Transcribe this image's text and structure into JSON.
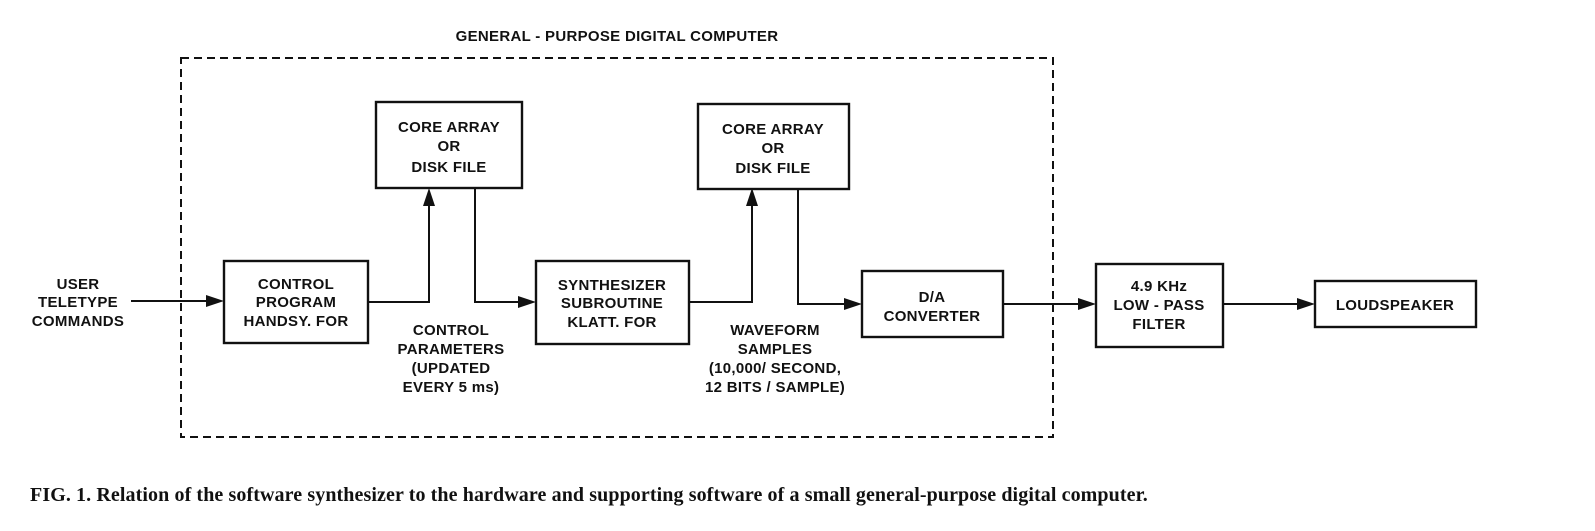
{
  "frame": {
    "title": "GENERAL - PURPOSE DIGITAL COMPUTER"
  },
  "user_commands": [
    "USER",
    "TELETYPE",
    "COMMANDS"
  ],
  "control_program": [
    "CONTROL",
    "PROGRAM",
    "HANDSY. FOR"
  ],
  "core_array_1": [
    "CORE ARRAY",
    "OR",
    "DISK FILE"
  ],
  "control_parameters": [
    "CONTROL",
    "PARAMETERS",
    "(UPDATED",
    "EVERY 5 ms)"
  ],
  "synthesizer": [
    "SYNTHESIZER",
    "SUBROUTINE",
    "KLATT. FOR"
  ],
  "core_array_2": [
    "CORE ARRAY",
    "OR",
    "DISK FILE"
  ],
  "waveform_samples": [
    "WAVEFORM",
    "SAMPLES",
    "(10,000/ SECOND,",
    "12 BITS / SAMPLE)"
  ],
  "da_converter": [
    "D/A",
    "CONVERTER"
  ],
  "filter": [
    "4.9 KHz",
    "LOW - PASS",
    "FILTER"
  ],
  "loudspeaker": [
    "LOUDSPEAKER"
  ],
  "caption": "FIG. 1. Relation of the software synthesizer to the hardware and supporting software of a small general-purpose digital computer."
}
